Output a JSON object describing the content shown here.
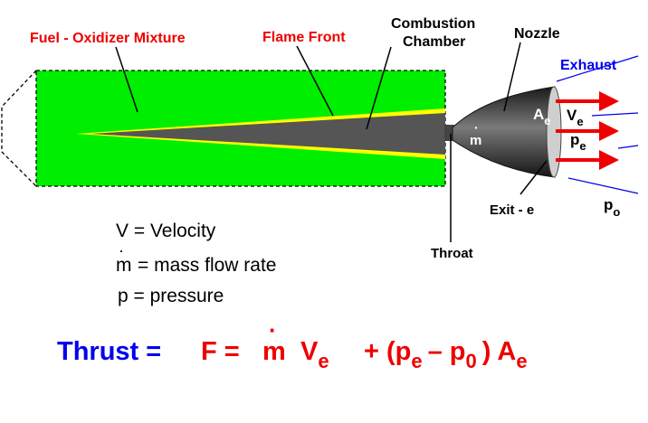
{
  "labels": {
    "fuel_mixture": "Fuel  - Oxidizer Mixture",
    "flame_front": "Flame  Front",
    "combustion_line1": "Combustion",
    "combustion_line2": "Chamber",
    "nozzle": "Nozzle",
    "exhaust": "Exhaust",
    "throat": "Throat",
    "exit": "Exit - e",
    "ambient_p": "p",
    "ambient_p_sub": "o",
    "area": "A",
    "area_sub": "e",
    "velocity": "V",
    "velocity_sub": "e",
    "exit_p": "p",
    "exit_p_sub": "e",
    "mdot": "m"
  },
  "legend": {
    "v": "V =  Velocity",
    "m_symbol": "m",
    "m": "=  mass flow rate",
    "p": "p =  pressure"
  },
  "equation": {
    "thrust": "Thrust =",
    "f_eq": "F  =",
    "m": "m",
    "v": "V",
    "v_sub": "e",
    "plus_open": "+ (p",
    "pe_sub": "e",
    "minus_p": "– p",
    "p0_sub": "0",
    "close_a": ")  A",
    "ae_sub": "e"
  },
  "colors": {
    "propellant": "#00ee00",
    "flame": "#ffff00",
    "chamber": "#555555",
    "label_red": "#ee0000",
    "thrust_blue": "#0000ee",
    "exhaust_blue": "#0000ee"
  }
}
